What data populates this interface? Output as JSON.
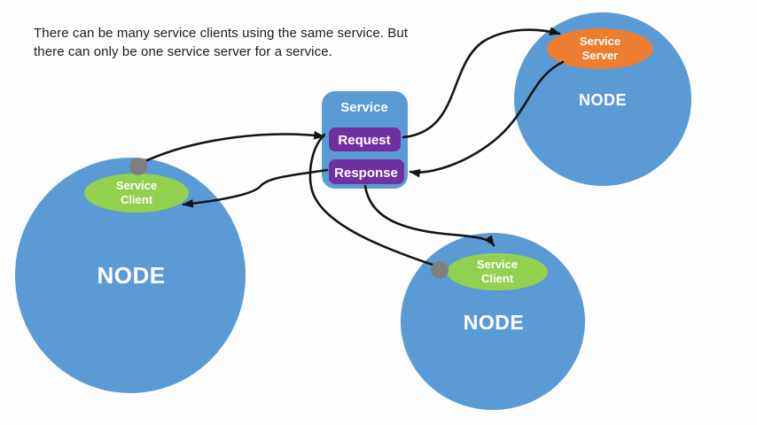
{
  "caption": {
    "line1": "There can be many service clients using the same service. But",
    "line2": "there can only be one service server for a service."
  },
  "service_box": {
    "title": "Service",
    "request_label": "Request",
    "response_label": "Response"
  },
  "nodes": {
    "left": {
      "label": "NODE",
      "badge_line1": "Service",
      "badge_line2": "Client"
    },
    "bottom": {
      "label": "NODE",
      "badge_line1": "Service",
      "badge_line2": "Client"
    },
    "right": {
      "label": "NODE",
      "badge_line1": "Service",
      "badge_line2": "Server"
    }
  },
  "colors": {
    "node_blue": "#5B9BD5",
    "client_green": "#92D050",
    "server_orange": "#ED7D31",
    "action_purple": "#7030A0",
    "connector_black": "#141414",
    "dot_gray": "#7F7F7F",
    "text_white": "#FFFFFF",
    "text_black": "#1C1C1C",
    "background": "#FDFDFD"
  }
}
